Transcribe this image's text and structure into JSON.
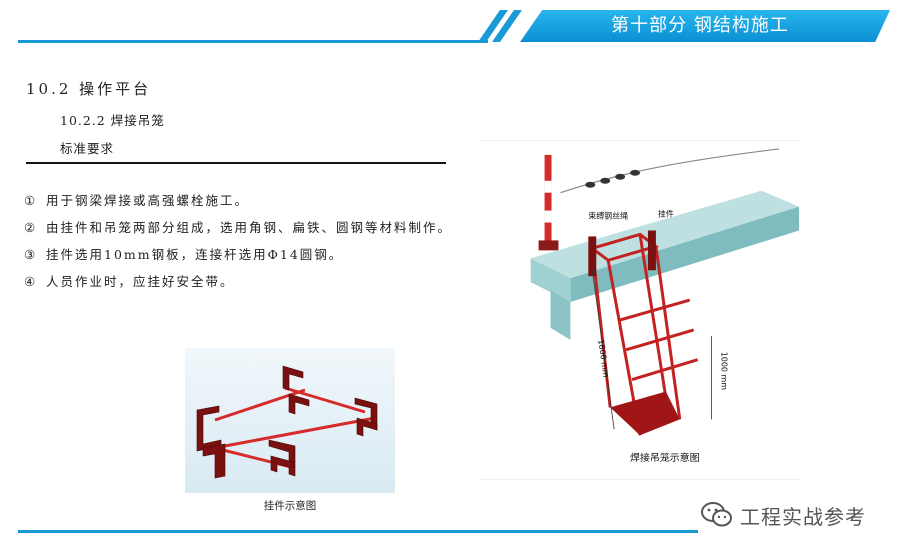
{
  "header": {
    "title": "第十部分  钢结构施工",
    "accent_color": "#1a9ad6"
  },
  "section": {
    "title": "10.2  操作平台",
    "subtitle": "10.2.2  焊接吊笼",
    "standard_label": "标准要求"
  },
  "requirements": [
    {
      "num": "①",
      "text": "用于钢梁焊接或高强螺栓施工。"
    },
    {
      "num": "②",
      "text": "由挂件和吊笼两部分组成，选用角钢、扁铁、圆钢等材料制作。"
    },
    {
      "num": "③",
      "text": "挂件选用10mm钢板，连接杆选用Φ14圆钢。"
    },
    {
      "num": "④",
      "text": "人员作业时，应挂好安全带。"
    }
  ],
  "figure_hanger": {
    "caption": "挂件示意图"
  },
  "figure_cage": {
    "label_rope": "束缚钢丝绳",
    "label_hanger": "挂件",
    "dim_height": "1800 mm",
    "dim_side": "1000 mm",
    "caption": "焊接吊笼示意图"
  },
  "watermark": {
    "icon": "wechat-icon",
    "text": "工程实战参考"
  }
}
